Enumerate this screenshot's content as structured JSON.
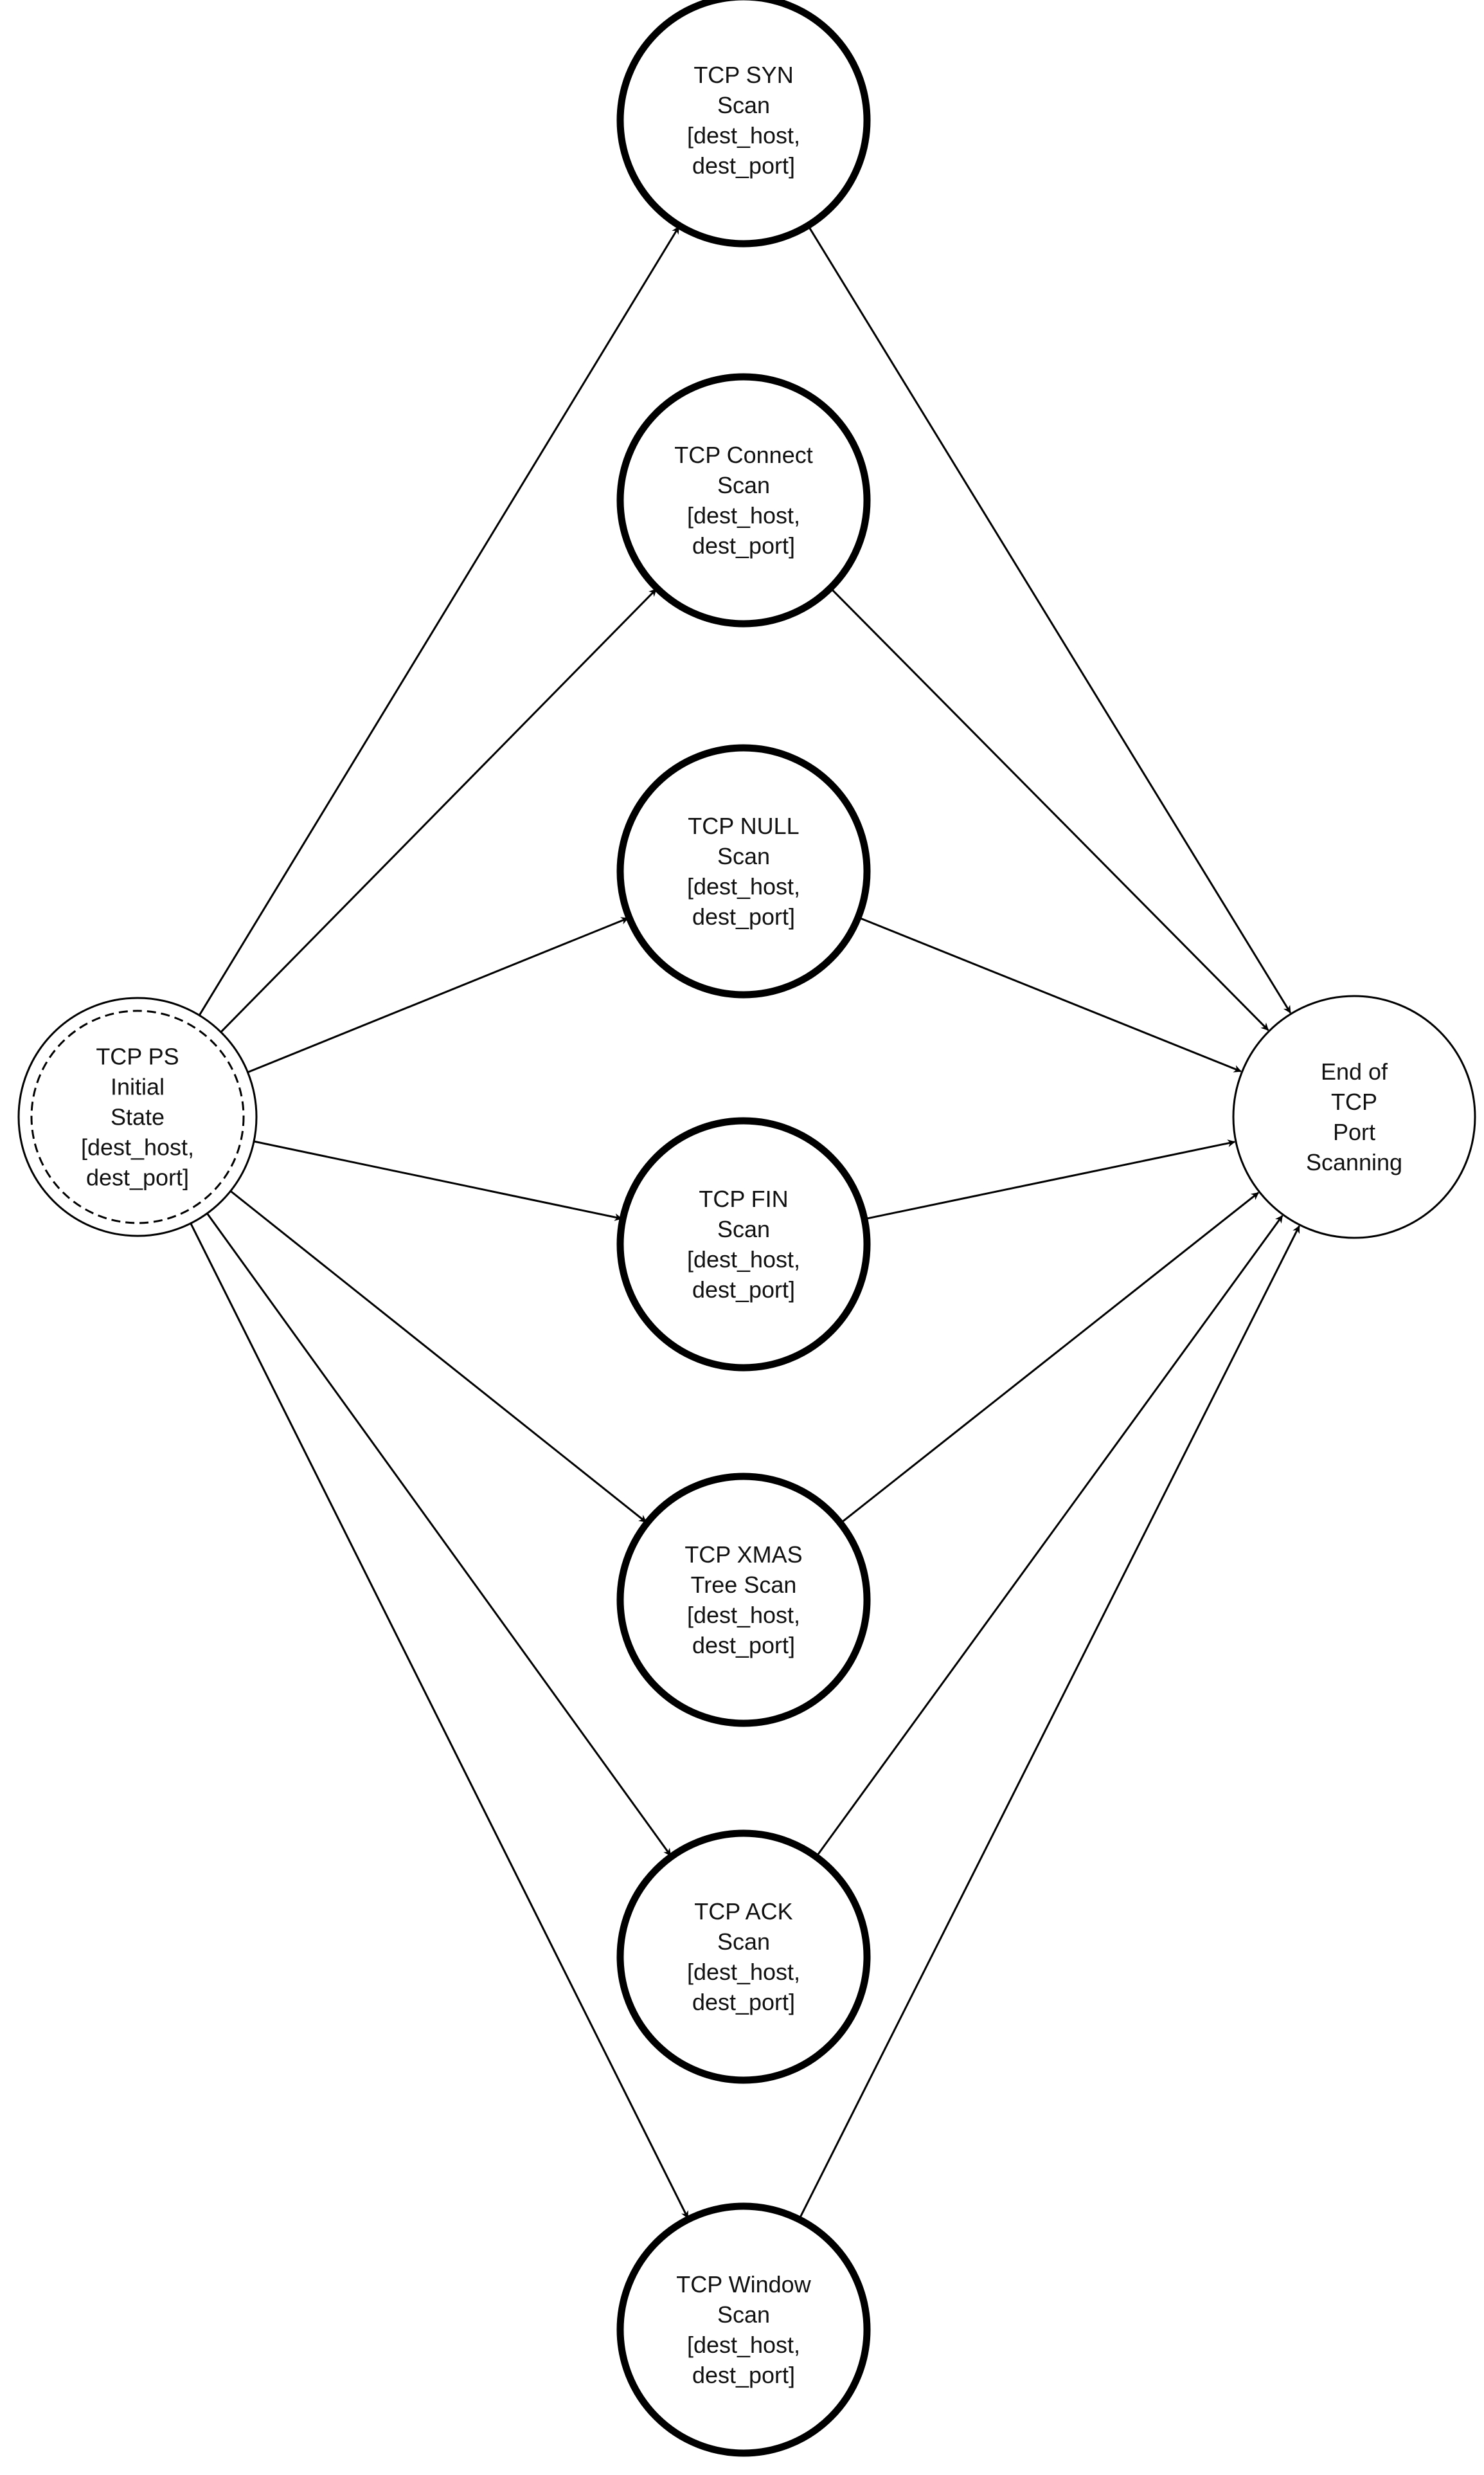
{
  "colors": {
    "stroke": "#000000",
    "fill": "#ffffff",
    "text": "#111111"
  },
  "nodes": [
    {
      "id": "initial",
      "name": "initial-state-node",
      "label": [
        "TCP PS",
        "Initial",
        "State",
        "[dest_host,",
        "dest_port]"
      ]
    },
    {
      "id": "syn",
      "name": "tcp-syn-scan-node",
      "label": [
        "TCP SYN",
        "Scan",
        "[dest_host,",
        "dest_port]"
      ]
    },
    {
      "id": "connect",
      "name": "tcp-connect-scan-node",
      "label": [
        "TCP Connect",
        "Scan",
        "[dest_host,",
        "dest_port]"
      ]
    },
    {
      "id": "null",
      "name": "tcp-null-scan-node",
      "label": [
        "TCP NULL",
        "Scan",
        "[dest_host,",
        "dest_port]"
      ]
    },
    {
      "id": "fin",
      "name": "tcp-fin-scan-node",
      "label": [
        "TCP FIN",
        "Scan",
        "[dest_host,",
        "dest_port]"
      ]
    },
    {
      "id": "xmas",
      "name": "tcp-xmas-tree-scan-node",
      "label": [
        "TCP XMAS",
        "Tree Scan",
        "[dest_host,",
        "dest_port]"
      ]
    },
    {
      "id": "ack",
      "name": "tcp-ack-scan-node",
      "label": [
        "TCP ACK",
        "Scan",
        "[dest_host,",
        "dest_port]"
      ]
    },
    {
      "id": "window",
      "name": "tcp-window-scan-node",
      "label": [
        "TCP Window",
        "Scan",
        "[dest_host,",
        "dest_port]"
      ]
    },
    {
      "id": "end",
      "name": "end-state-node",
      "label": [
        "End of",
        "TCP",
        "Port",
        "Scanning"
      ]
    }
  ],
  "edges": [
    {
      "from": "initial",
      "to": "syn"
    },
    {
      "from": "initial",
      "to": "connect"
    },
    {
      "from": "initial",
      "to": "null"
    },
    {
      "from": "initial",
      "to": "fin"
    },
    {
      "from": "initial",
      "to": "xmas"
    },
    {
      "from": "initial",
      "to": "ack"
    },
    {
      "from": "initial",
      "to": "window"
    },
    {
      "from": "syn",
      "to": "end"
    },
    {
      "from": "connect",
      "to": "end"
    },
    {
      "from": "null",
      "to": "end"
    },
    {
      "from": "fin",
      "to": "end"
    },
    {
      "from": "xmas",
      "to": "end"
    },
    {
      "from": "ack",
      "to": "end"
    },
    {
      "from": "window",
      "to": "end"
    }
  ]
}
